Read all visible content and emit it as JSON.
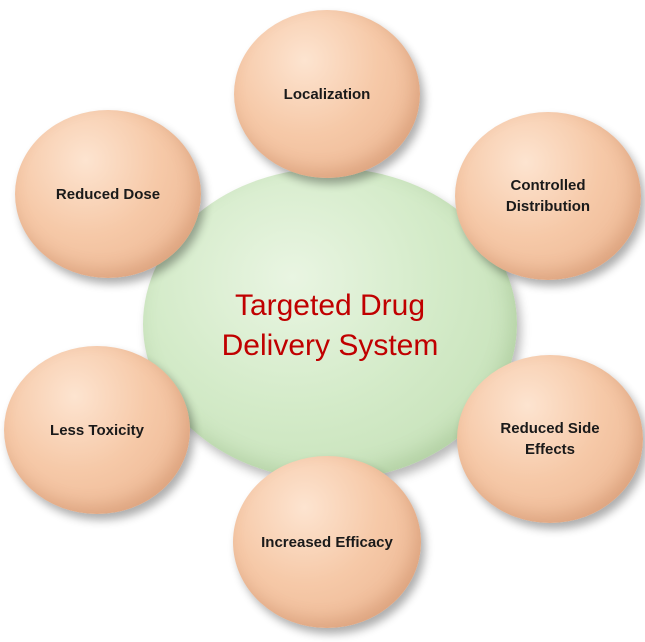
{
  "center": {
    "title": "Targeted Drug Delivery System"
  },
  "nodes": [
    {
      "label": "Localization"
    },
    {
      "label": "Reduced Dose"
    },
    {
      "label": "Controlled Distribution"
    },
    {
      "label": "Less Toxicity"
    },
    {
      "label": "Reduced Side Effects"
    },
    {
      "label": "Increased Efficacy"
    }
  ],
  "colors": {
    "center_fill": "#d4ebc9",
    "center_text": "#c00000",
    "node_fill": "#f6c9a8",
    "node_text": "#1a1a1a"
  }
}
